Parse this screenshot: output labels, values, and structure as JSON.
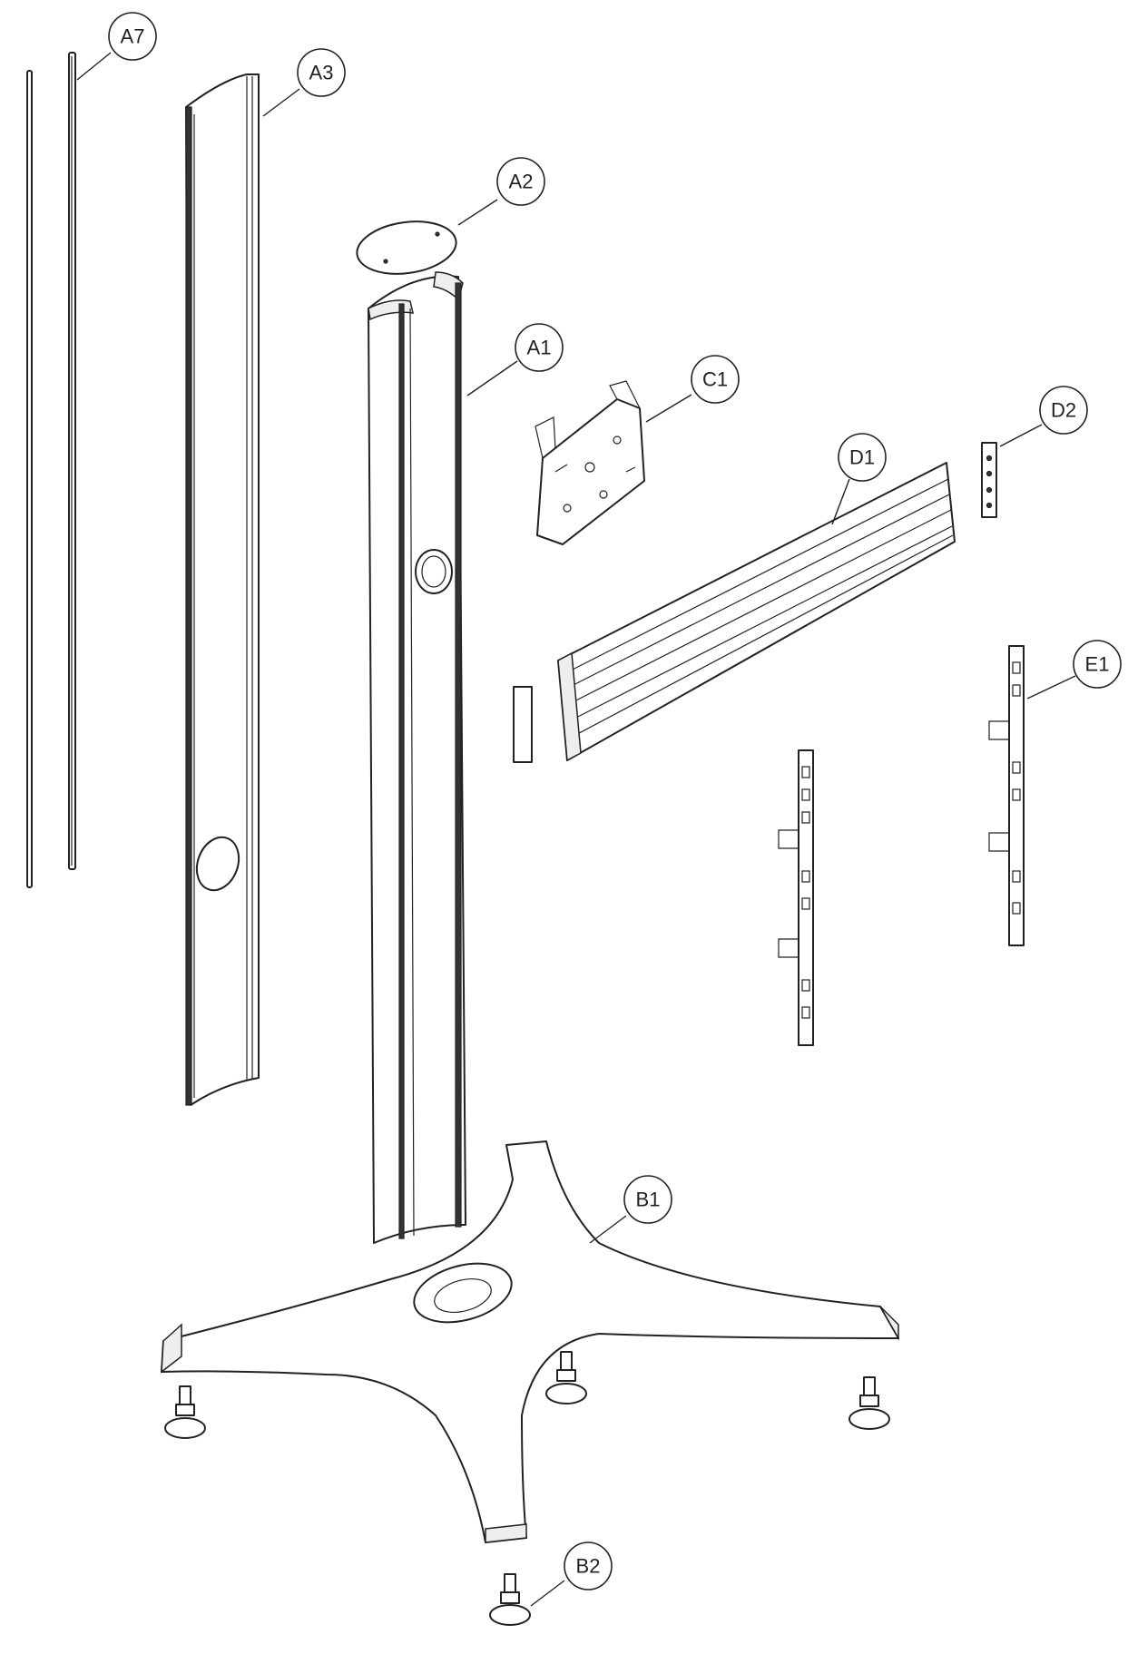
{
  "callouts": [
    {
      "id": "a7",
      "label": "A7"
    },
    {
      "id": "a3",
      "label": "A3"
    },
    {
      "id": "a2",
      "label": "A2"
    },
    {
      "id": "a1",
      "label": "A1"
    },
    {
      "id": "c1",
      "label": "C1"
    },
    {
      "id": "d2",
      "label": "D2"
    },
    {
      "id": "d1",
      "label": "D1"
    },
    {
      "id": "e1",
      "label": "E1"
    },
    {
      "id": "b1",
      "label": "B1"
    },
    {
      "id": "b2",
      "label": "B2"
    }
  ],
  "colors": {
    "line": "#222222",
    "background": "#ffffff"
  }
}
